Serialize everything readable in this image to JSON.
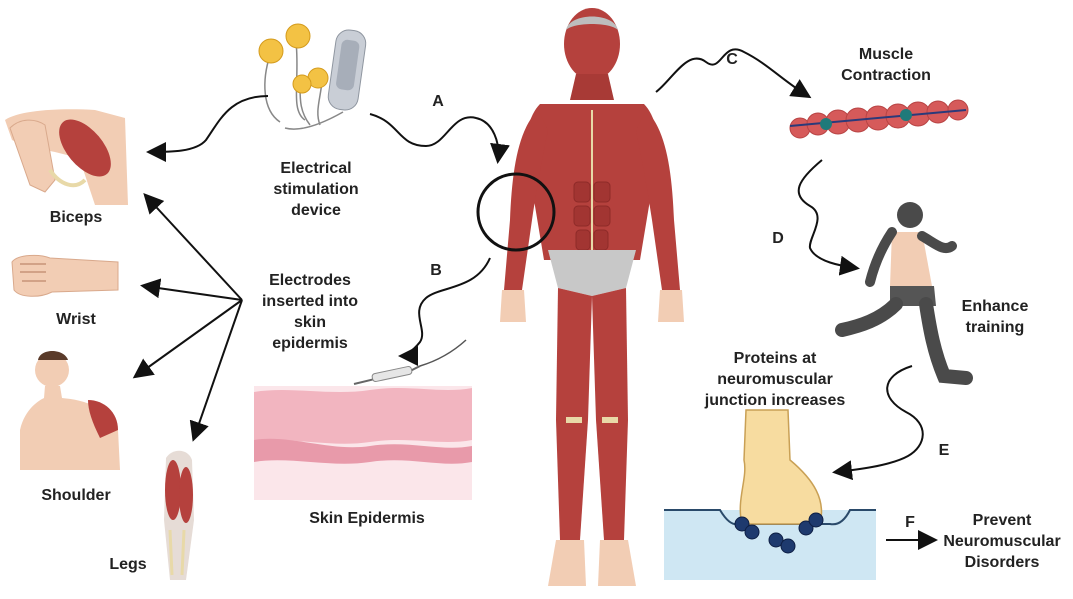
{
  "labels": {
    "biceps": "Biceps",
    "wrist": "Wrist",
    "shoulder": "Shoulder",
    "legs": "Legs",
    "device": [
      "Electrical",
      "stimulation",
      "device"
    ],
    "electrodes": [
      "Electrodes",
      "inserted into",
      "skin",
      "epidermis"
    ],
    "skin_epidermis": "Skin Epidermis",
    "muscle_contraction": [
      "Muscle",
      "Contraction"
    ],
    "enhance_training": [
      "Enhance",
      "training"
    ],
    "proteins": [
      "Proteins at",
      "neuromuscular",
      "junction increases"
    ],
    "prevent": [
      "Prevent",
      "Neuromuscular",
      "Disorders"
    ]
  },
  "steps": {
    "a": "A",
    "b": "B",
    "c": "C",
    "d": "D",
    "e": "E",
    "f": "F"
  },
  "colors": {
    "muscle": "#b5413d",
    "muscle_dark": "#8e2a28",
    "tendon": "#e8d9a8",
    "skin": "#f2cdb4",
    "epidermis_pink": "#f2b5c0",
    "gel_blue": "#cfe7f3",
    "nerve_yellow": "#f7dca0",
    "runner": "#4a4a4a",
    "electrode_pad": "#f3c244"
  }
}
